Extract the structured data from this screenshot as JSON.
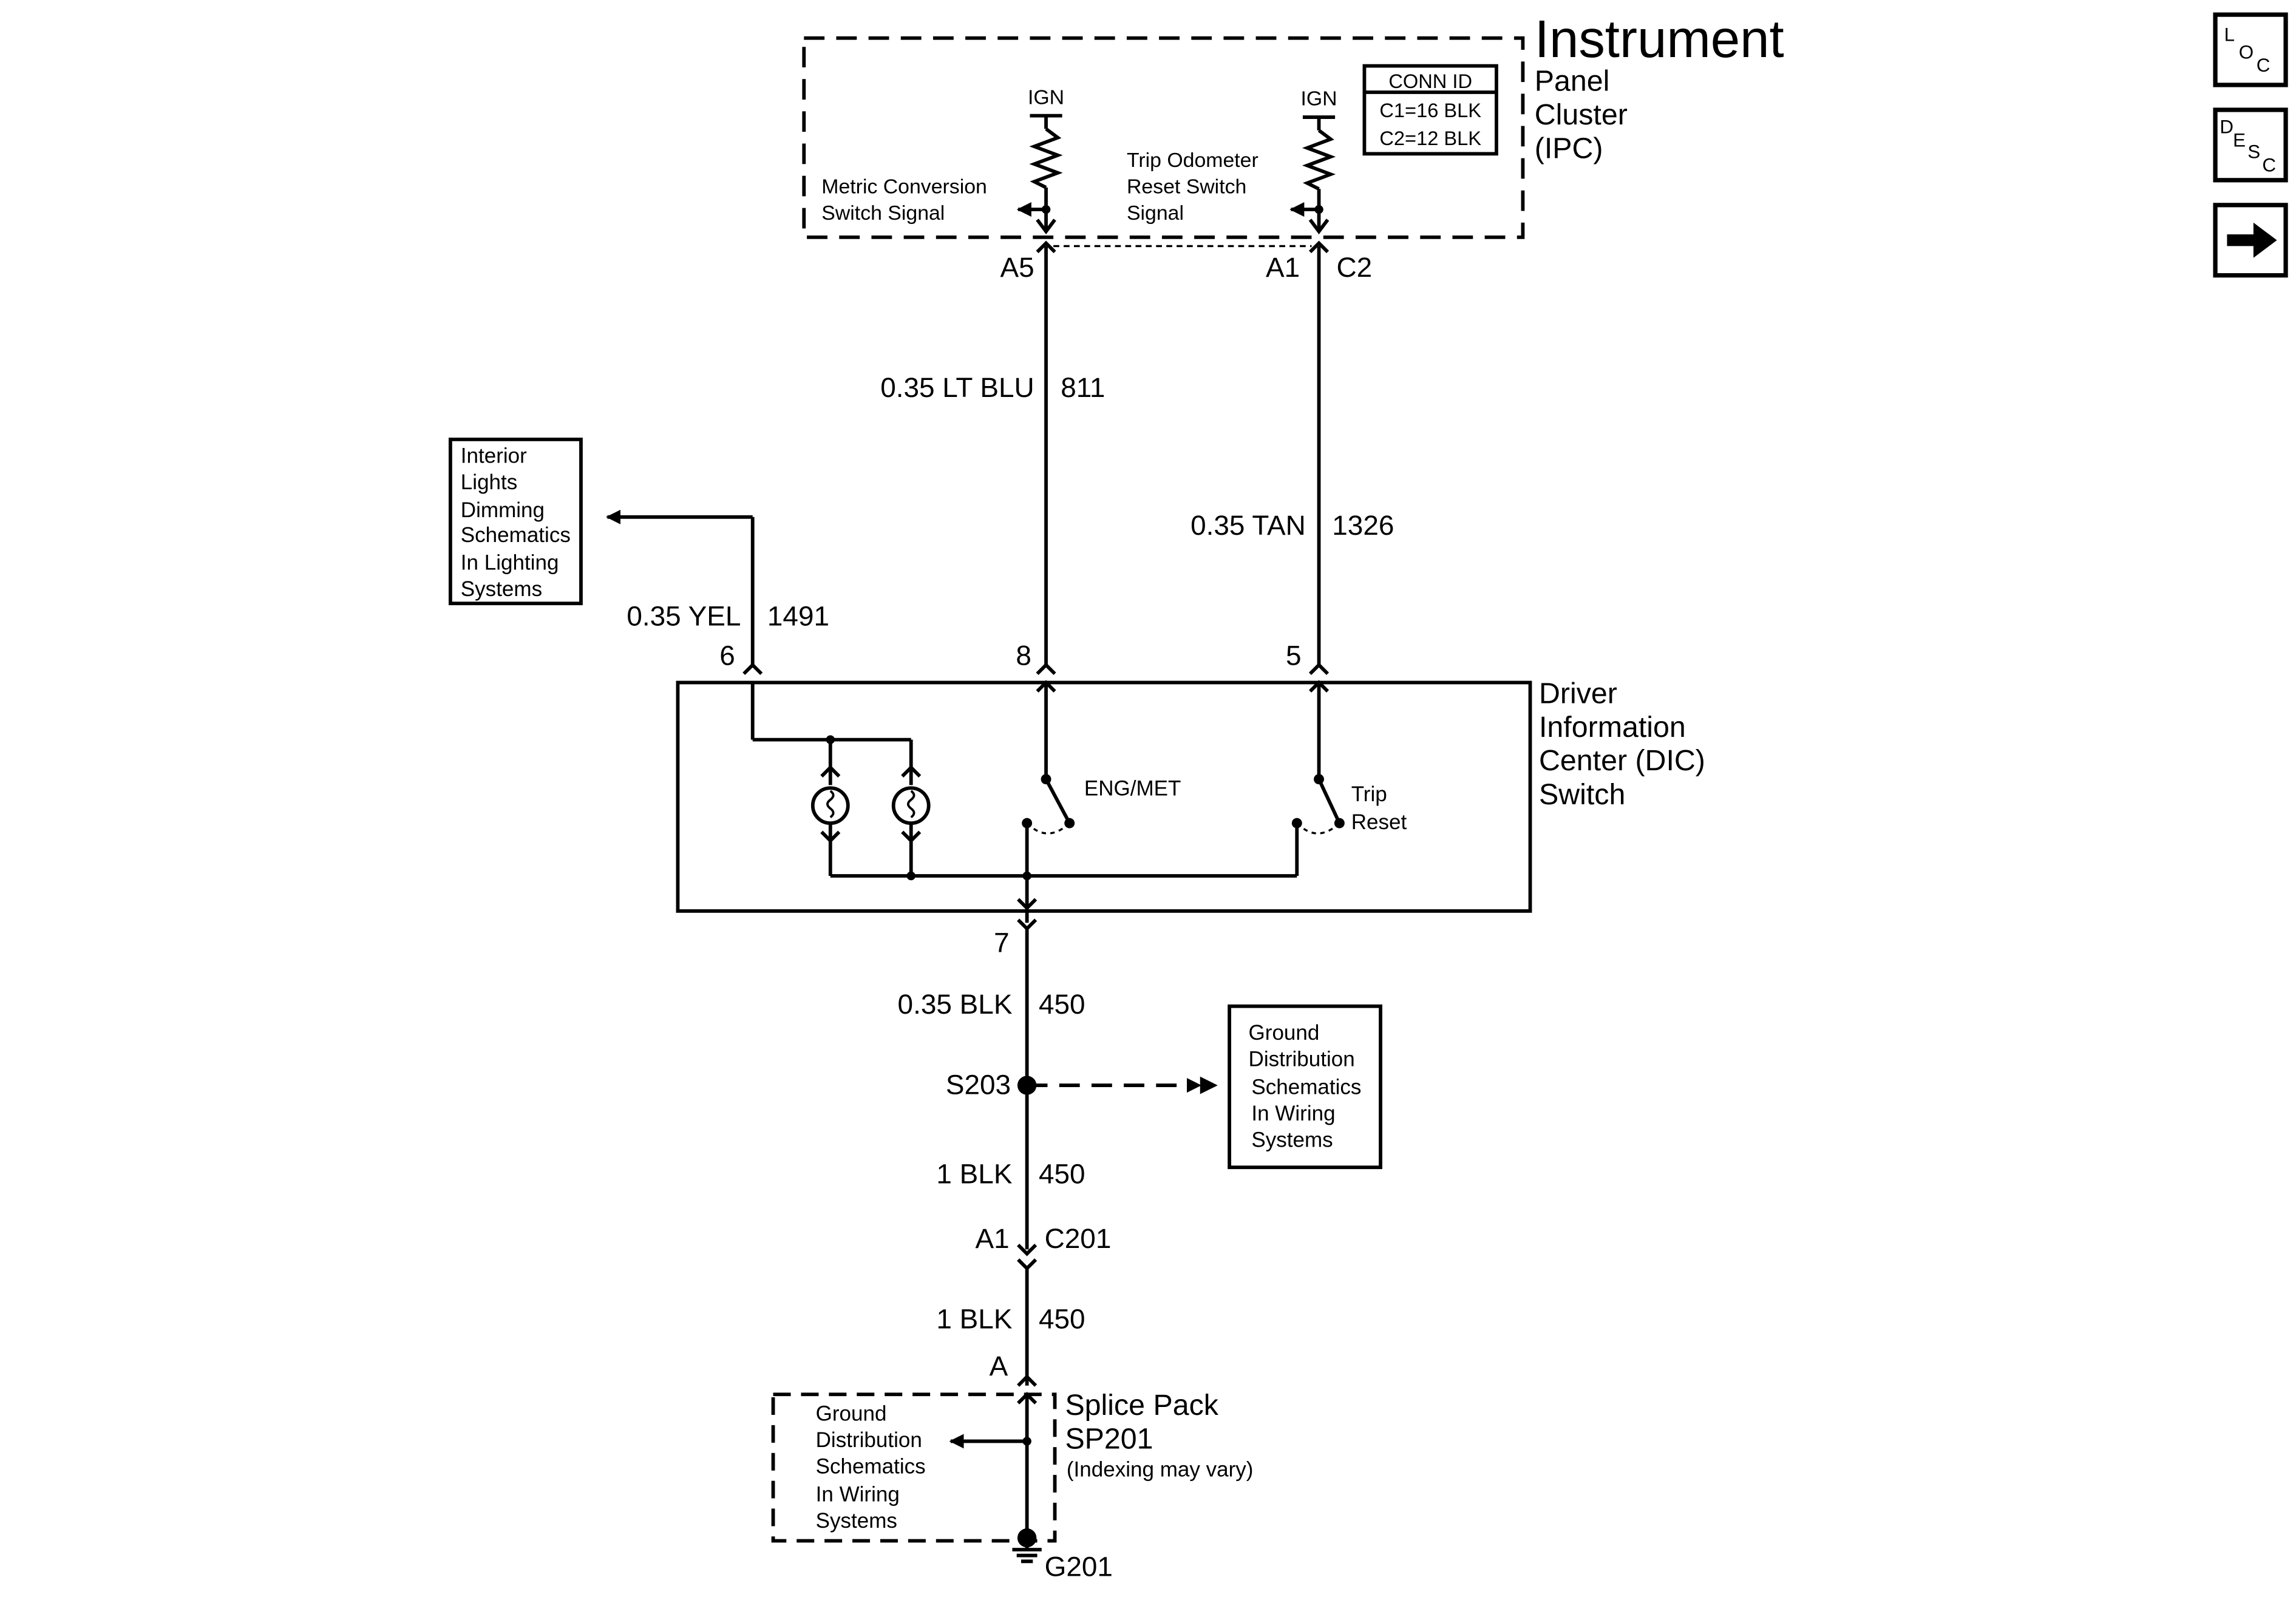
{
  "ipc": {
    "title_lines": [
      "Instrument",
      "Panel",
      "Cluster",
      "(IPC)"
    ],
    "conn_id": {
      "header": "CONN ID",
      "rows": [
        "C1=16 BLK",
        "C2=12 BLK"
      ]
    },
    "ign_left": "IGN",
    "ign_right": "IGN",
    "metric_signal_lines": [
      "Metric Conversion",
      "Switch Signal"
    ],
    "trip_signal_lines": [
      "Trip Odometer",
      "Reset Switch",
      "Signal"
    ],
    "pin_a5": "A5",
    "pin_a1": "A1",
    "pin_c2": "C2"
  },
  "wires": {
    "w811": {
      "gauge_color": "0.35 LT BLU",
      "circuit": "811"
    },
    "w1326": {
      "gauge_color": "0.35 TAN",
      "circuit": "1326"
    },
    "w1491": {
      "gauge_color": "0.35 YEL",
      "circuit": "1491"
    },
    "w450a": {
      "gauge_color": "0.35 BLK",
      "circuit": "450"
    },
    "w450b": {
      "gauge_color": "1 BLK",
      "circuit": "450"
    },
    "w450c": {
      "gauge_color": "1 BLK",
      "circuit": "450"
    }
  },
  "interior_lights_ref": {
    "lines": [
      "Interior",
      "Lights",
      "Dimming",
      "Schematics",
      "In Lighting",
      "Systems"
    ]
  },
  "dic": {
    "title_lines": [
      "Driver",
      "Information",
      "Center (DIC)",
      "Switch"
    ],
    "pin6": "6",
    "pin8": "8",
    "pin5": "5",
    "pin7": "7",
    "eng_met_label": "ENG/MET",
    "trip_reset_lines": [
      "Trip",
      "Reset"
    ]
  },
  "splice_s203": "S203",
  "ground_ref_1": {
    "lines": [
      "Ground",
      "Distribution",
      "Schematics",
      "In Wiring",
      "Systems"
    ]
  },
  "connector_c201": {
    "pin": "A1",
    "name": "C201"
  },
  "splice_pack": {
    "pin": "A",
    "title_lines": [
      "Splice Pack",
      "SP201"
    ],
    "note": "(Indexing may vary)",
    "ground_ref_lines": [
      "Ground",
      "Distribution",
      "Schematics",
      "In Wiring",
      "Systems"
    ]
  },
  "ground": "G201",
  "nav": {
    "loc": {
      "letters": [
        "L",
        "O",
        "C"
      ],
      "icon": "loc-icon"
    },
    "desc": {
      "letters": [
        "D",
        "E",
        "S",
        "C"
      ],
      "icon": "desc-icon"
    },
    "next": {
      "icon": "right-arrow-icon"
    }
  }
}
